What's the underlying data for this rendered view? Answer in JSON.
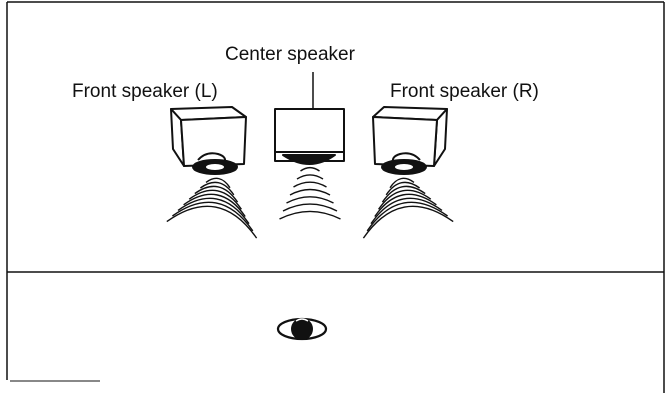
{
  "labels": {
    "center": "Center speaker",
    "front_left": "Front speaker (L)",
    "front_right": "Front speaker (R)"
  },
  "colors": {
    "line": "#111111",
    "background": "#ffffff"
  },
  "icons": {
    "speaker": "speaker-box",
    "listener": "listener-head-top-view"
  }
}
